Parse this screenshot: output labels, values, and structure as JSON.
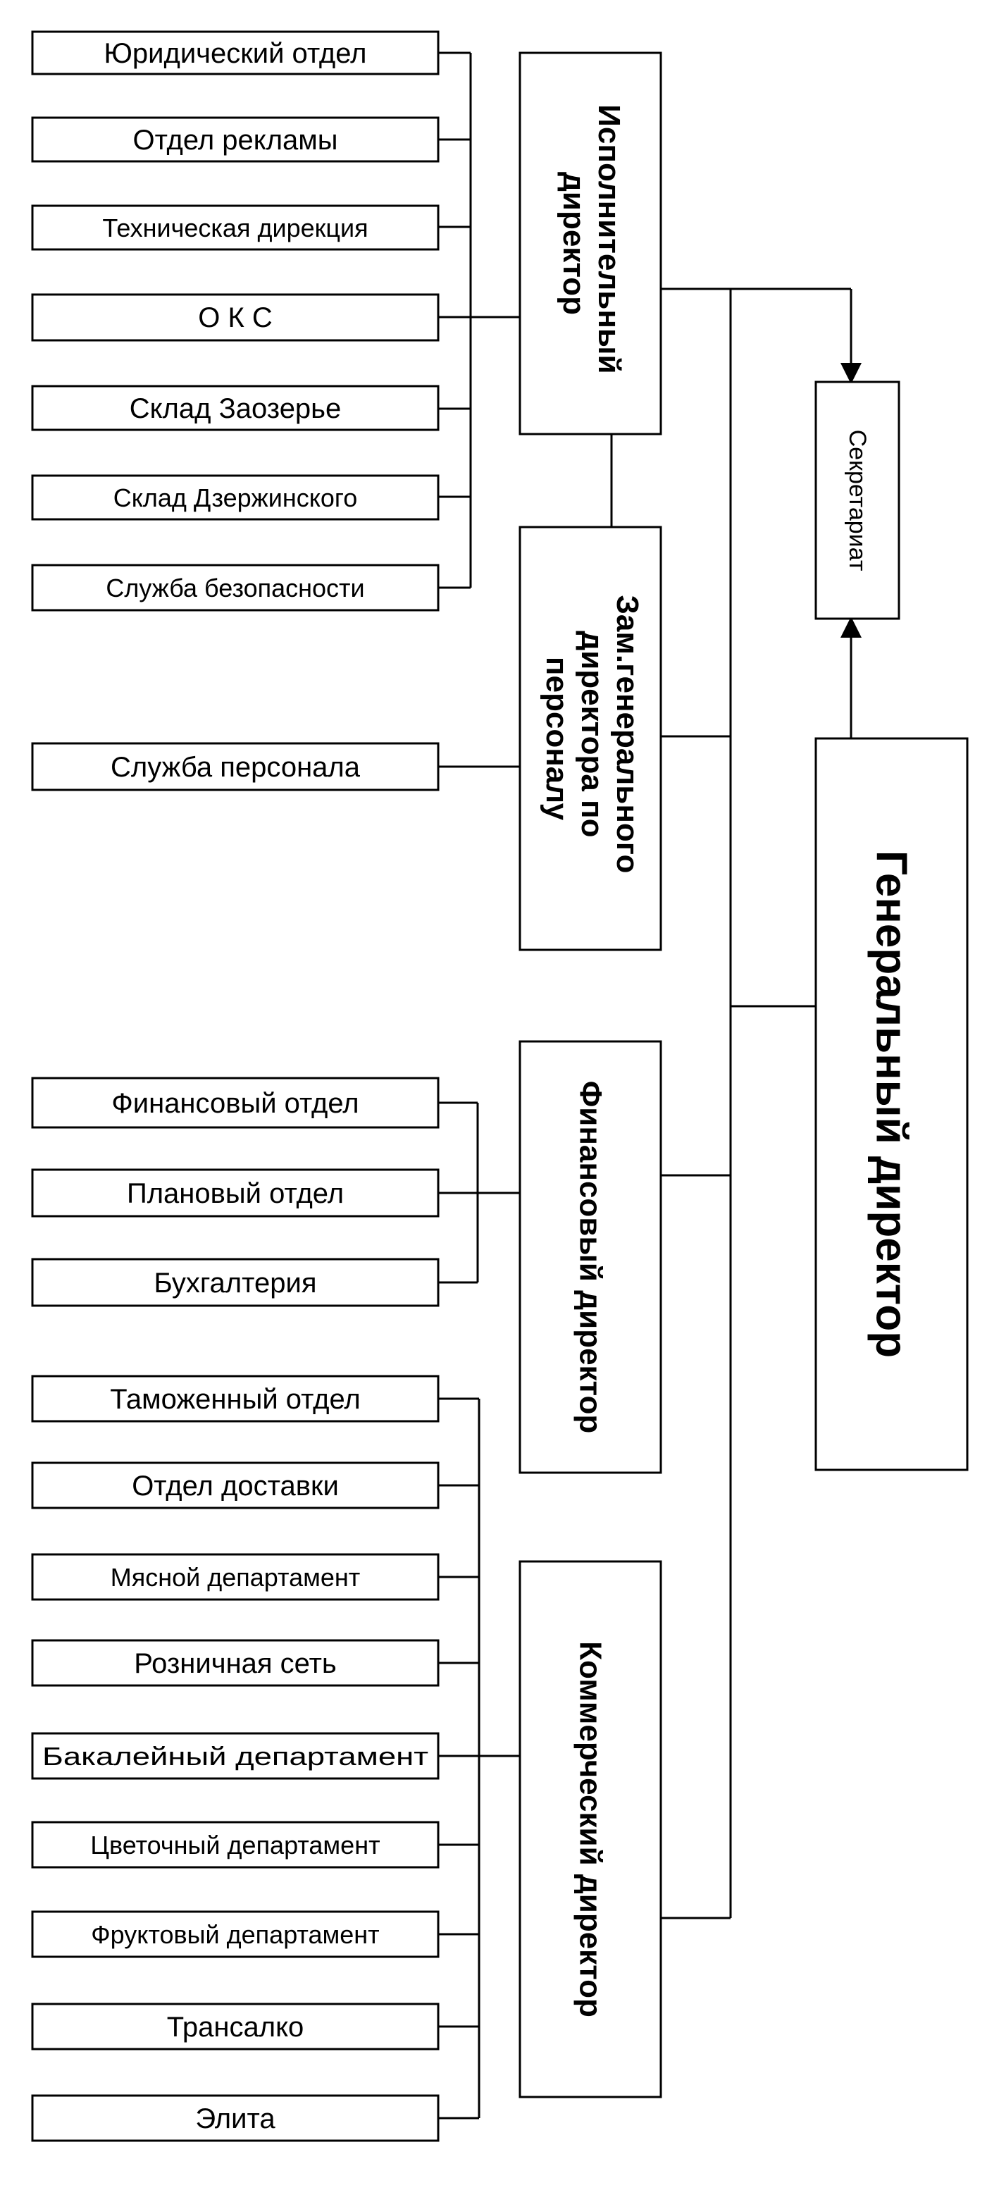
{
  "diagram": {
    "general_director": "Генеральный директор",
    "secretariat": "Секретариат",
    "executives": [
      {
        "id": "executive",
        "lines": [
          "Исполнительный",
          "директор"
        ]
      },
      {
        "id": "hr",
        "lines": [
          "Зам.генерального",
          "директора по",
          "персоналу"
        ]
      },
      {
        "id": "financial",
        "lines": [
          "Финансовый директор"
        ]
      },
      {
        "id": "commercial",
        "lines": [
          "Коммерческий директор"
        ]
      }
    ],
    "departments": {
      "executive": [
        "Юридический отдел",
        "Отдел рекламы",
        "Техническая дирекция",
        "О К С",
        "Склад Заозерье",
        "Склад Дзержинского",
        "Служба безопасности"
      ],
      "hr": [
        "Служба персонала"
      ],
      "financial": [
        "Финансовый отдел",
        "Плановый отдел",
        "Бухгалтерия"
      ],
      "commercial": [
        "Таможенный отдел",
        "Отдел доставки",
        "Мясной департамент",
        "Розничная сеть",
        "Бакалейный департамент",
        "Цветочный департамент",
        "Фруктовый департамент",
        "Трансалко",
        "Элита"
      ]
    }
  }
}
